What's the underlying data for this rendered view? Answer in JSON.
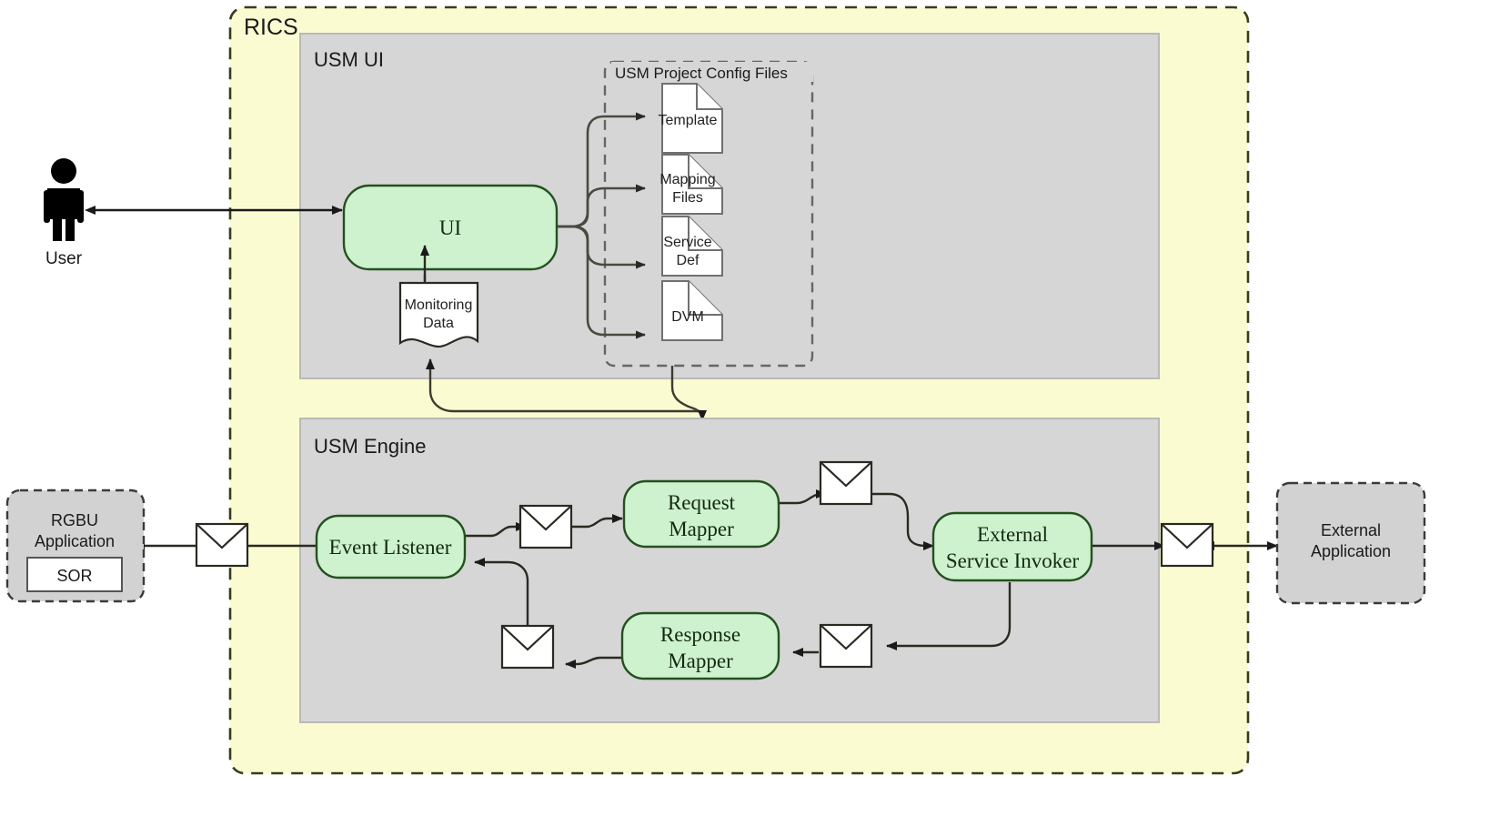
{
  "diagram": {
    "title": "RICS USM Architecture",
    "type": "architecture-block-diagram"
  },
  "colors": {
    "rics_fill": "#fbfbd2",
    "rics_stroke": "#3a3a1e",
    "panel_fill": "#d6d6d6",
    "panel_stroke": "#b3b3b3",
    "process_fill": "#cdf2cd",
    "process_stroke": "#24501f",
    "document_fill": "#ffffff",
    "document_stroke": "#707070",
    "external_fill": "#d2d2d2",
    "external_stroke": "#3a3a3a",
    "connector_stroke": "#3c3c30",
    "actor_fill": "#000000",
    "canvas": "#ffffff"
  },
  "boundaries": {
    "rics": {
      "label": "RICS"
    },
    "usm_ui": {
      "label": "USM UI"
    },
    "usm_engine": {
      "label": "USM Engine"
    },
    "config_files_group": {
      "label": "USM Project Config Files"
    }
  },
  "actors": [
    {
      "name": "user",
      "label": "User",
      "icon": "person-icon"
    }
  ],
  "ui_nodes": [
    {
      "name": "ui",
      "label": "UI",
      "shape": "rounded-rect",
      "fill": "process"
    }
  ],
  "documents": [
    {
      "name": "template",
      "label": "Template"
    },
    {
      "name": "mapping-files",
      "label_line1": "Mapping",
      "label_line2": "Files"
    },
    {
      "name": "service-def",
      "label_line1": "Service",
      "label_line2": "Def"
    },
    {
      "name": "dvm",
      "label": "DVM"
    },
    {
      "name": "monitoring-data",
      "label_line1": "Monitoring",
      "label_line2": "Data"
    }
  ],
  "engine_nodes": [
    {
      "name": "event-listener",
      "label": "Event Listener"
    },
    {
      "name": "request-mapper",
      "label_line1": "Request",
      "label_line2": "Mapper"
    },
    {
      "name": "response-mapper",
      "label_line1": "Response",
      "label_line2": "Mapper"
    },
    {
      "name": "external-service-invoker",
      "label_line1": "External",
      "label_line2": "Service Invoker"
    }
  ],
  "external_systems": [
    {
      "name": "rgbu-application",
      "label_line1": "RGBU",
      "label_line2": "Application",
      "sub_label": "SOR"
    },
    {
      "name": "external-application",
      "label_line1": "External",
      "label_line2": "Application"
    }
  ],
  "messages": [
    {
      "name": "message-rgbu-boundary",
      "icon": "envelope-icon"
    },
    {
      "name": "message-listener-to-request",
      "icon": "envelope-icon"
    },
    {
      "name": "message-request-to-invoker",
      "icon": "envelope-icon"
    },
    {
      "name": "message-invoker-to-response",
      "icon": "envelope-icon"
    },
    {
      "name": "message-response-to-listener",
      "icon": "envelope-icon"
    },
    {
      "name": "message-external-boundary",
      "icon": "envelope-icon"
    }
  ],
  "connectors": [
    {
      "name": "user-to-ui",
      "from": "user",
      "to": "ui",
      "arrows": "both"
    },
    {
      "name": "ui-to-template",
      "from": "ui",
      "to": "template",
      "arrows": "end"
    },
    {
      "name": "ui-to-mapping-files",
      "from": "ui",
      "to": "mapping-files",
      "arrows": "end"
    },
    {
      "name": "ui-to-service-def",
      "from": "ui",
      "to": "service-def",
      "arrows": "end"
    },
    {
      "name": "ui-to-dvm",
      "from": "ui",
      "to": "dvm",
      "arrows": "end"
    },
    {
      "name": "monitoring-data-to-ui",
      "from": "monitoring-data",
      "to": "ui",
      "arrows": "end"
    },
    {
      "name": "engine-to-monitoring-data",
      "from": "usm_engine",
      "to": "monitoring-data",
      "arrows": "end"
    },
    {
      "name": "config-files-to-engine",
      "from": "config_files_group",
      "to": "usm_engine",
      "arrows": "end"
    },
    {
      "name": "rgbu-to-message",
      "from": "rgbu-application",
      "to": "message-rgbu-boundary",
      "arrows": "both"
    },
    {
      "name": "message-to-event-listener",
      "from": "message-rgbu-boundary",
      "to": "event-listener",
      "arrows": "end"
    },
    {
      "name": "event-listener-to-message",
      "from": "event-listener",
      "to": "message-listener-to-request",
      "arrows": "end"
    },
    {
      "name": "message-to-request-mapper",
      "from": "message-listener-to-request",
      "to": "request-mapper",
      "arrows": "end"
    },
    {
      "name": "request-mapper-to-message",
      "from": "request-mapper",
      "to": "message-request-to-invoker",
      "arrows": "end"
    },
    {
      "name": "message-to-invoker",
      "from": "message-request-to-invoker",
      "to": "external-service-invoker",
      "arrows": "end"
    },
    {
      "name": "invoker-to-external-message",
      "from": "external-service-invoker",
      "to": "message-external-boundary",
      "arrows": "both"
    },
    {
      "name": "external-message-to-app",
      "from": "message-external-boundary",
      "to": "external-application",
      "arrows": "both"
    },
    {
      "name": "invoker-to-message",
      "from": "external-service-invoker",
      "to": "message-invoker-to-response",
      "arrows": "end"
    },
    {
      "name": "message-to-response-mapper",
      "from": "message-invoker-to-response",
      "to": "response-mapper",
      "arrows": "end"
    },
    {
      "name": "response-mapper-to-message",
      "from": "response-mapper",
      "to": "message-response-to-listener",
      "arrows": "end"
    },
    {
      "name": "message-to-event-listener-return",
      "from": "message-response-to-listener",
      "to": "event-listener",
      "arrows": "end"
    }
  ]
}
